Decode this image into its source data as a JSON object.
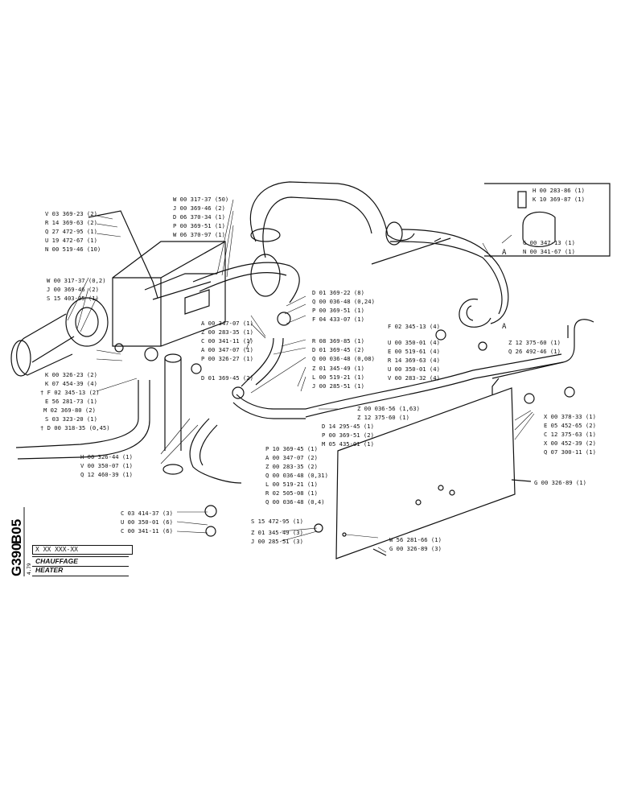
{
  "sheet": {
    "section": "B05",
    "drawing_no": "G390",
    "date": "4.79",
    "part_ref": "X XX XXX-XX",
    "title_fr": "CHAUFFAGE",
    "title_en": "HEATER"
  },
  "labels": {
    "l01": "W 00 317-37 (50)",
    "l02": "J 00 369-46 (2)",
    "l03": "D 06 370-34 (1)",
    "l04": "P 00 369-51 (1)",
    "l05": "W 06 370-97 (1)",
    "l06": "V 03 369-23 (2)",
    "l07": "R 14 369-63 (2)",
    "l08": "Q 27 472-95 (1)",
    "l09": "U 19 472-67 (1)",
    "l10": "N 00 519-46 (10)",
    "l11": "W 00 317-37 (0,2)",
    "l12": "J 00 369-46 (2)",
    "l13": "S 15 403-95 (1)",
    "l14": "A 00 347-07 (1)",
    "l15": "Z 00 283-35 (1)",
    "l16": "C 00 341-11 (1)",
    "l17": "A 00 347-07 (1)",
    "l18": "P 00 326-27 (1)",
    "l19": "D 01 369-45 (2)",
    "l20": "K 00 326-23 (2)",
    "l21": "K 07 454-39 (4)",
    "l22": "† F 02 345-13 (2)",
    "l23": "E 56 281-73 (1)",
    "l24": "M 02 369-80 (2)",
    "l25": "S 03 323-20 (1)",
    "l26": "† D 00 318-35 (0,45)",
    "l27": "H 00 326-44 (1)",
    "l28": "V 00 350-07 (1)",
    "l29": "Q 12 460-39 (1)",
    "l30": "D 01 369-22 (8)",
    "l31": "Q 00 036-48 (0,24)",
    "l32": "P 00 369-51 (1)",
    "l33": "F 04 433-07 (1)",
    "l34": "R 08 369-85 (1)",
    "l35": "D 01 369-45 (2)",
    "l36": "Q 00 036-48 (0,08)",
    "l37": "Z 01 345-49 (1)",
    "l38": "L 00 519-21 (1)",
    "l39": "J 00 285-51 (1)",
    "l40": "Z 00 036-56 (1,63)",
    "l41": "Z 12 375-60 (1)",
    "l42": "D 14 295-45 (1)",
    "l43": "P 00 369-51 (2)",
    "l44": "M 05 435-01 (1)",
    "l45": "P 10 369-45 (1)",
    "l46": "A 00 347-07 (2)",
    "l47": "Z 00 283-35 (2)",
    "l48": "Q 00 036-48 (0,31)",
    "l49": "L 00 519-21 (1)",
    "l50": "R 02 505-08 (1)",
    "l51": "Q 00 036-48 (0,4)",
    "l52": "F 02 345-13 (4)",
    "l53": "U 00 350-01 (4)",
    "l54": "E 00 519-61 (4)",
    "l55": "R 14 369-63 (4)",
    "l56": "U 00 350-01 (4)",
    "l57": "V 00 283-32 (4)",
    "l58": "Z 12 375-60 (1)",
    "l59": "Q 26 492-46 (1)",
    "l60": "H 00 283-86 (1)",
    "l61": "K 10 369-87 (1)",
    "l62": "G 00 347-13 (1)",
    "l63": "N 00 341-67 (1)",
    "l64": "X 00 378-33 (1)",
    "l65": "E 05 452-65 (2)",
    "l66": "C 12 375-63 (1)",
    "l67": "X 00 452-39 (2)",
    "l68": "Q 07 300-11 (1)",
    "l69": "G 00 326-89 (1)",
    "l70": "C 03 414-37 (3)",
    "l71": "U 00 350-01 (6)",
    "l72": "C 00 341-11 (6)",
    "l73": "S 15 472-95 (1)",
    "l74": "Z 01 345-49 (3)",
    "l75": "J 00 285-51 (3)",
    "l76": "W 56 281-66 (1)",
    "l77": "G 00 326-89 (3)",
    "marker_a1": "A",
    "marker_a2": "A"
  }
}
